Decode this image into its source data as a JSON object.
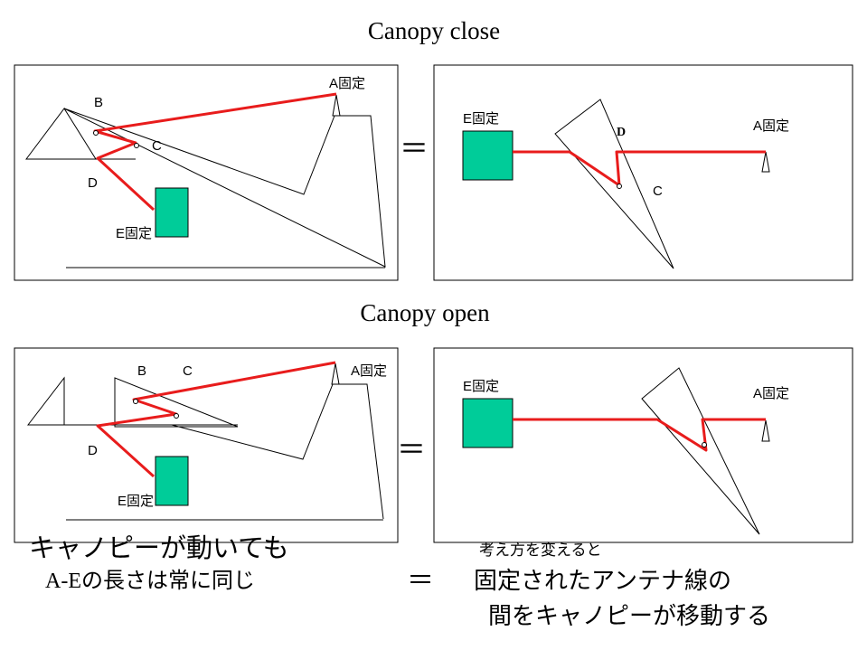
{
  "titles": {
    "top": "Canopy close",
    "bottom": "Canopy open"
  },
  "labels": {
    "a_fixed": "A固定",
    "e_fixed": "E固定",
    "b": "B",
    "c": "C",
    "d": "D"
  },
  "equals": "＝",
  "captions": {
    "left_line1": "キャノピーが動いても",
    "left_line2": "A-Eの長さは常に同じ",
    "equals": "＝",
    "right_small": "考え方を変えると",
    "right_line1": "固定されたアンテナ線の",
    "right_line2": "間をキャノピーが移動する"
  },
  "colors": {
    "antenna_wire": "#e81c1c",
    "fixed_block": "#00cc99",
    "frame": "#000000"
  }
}
